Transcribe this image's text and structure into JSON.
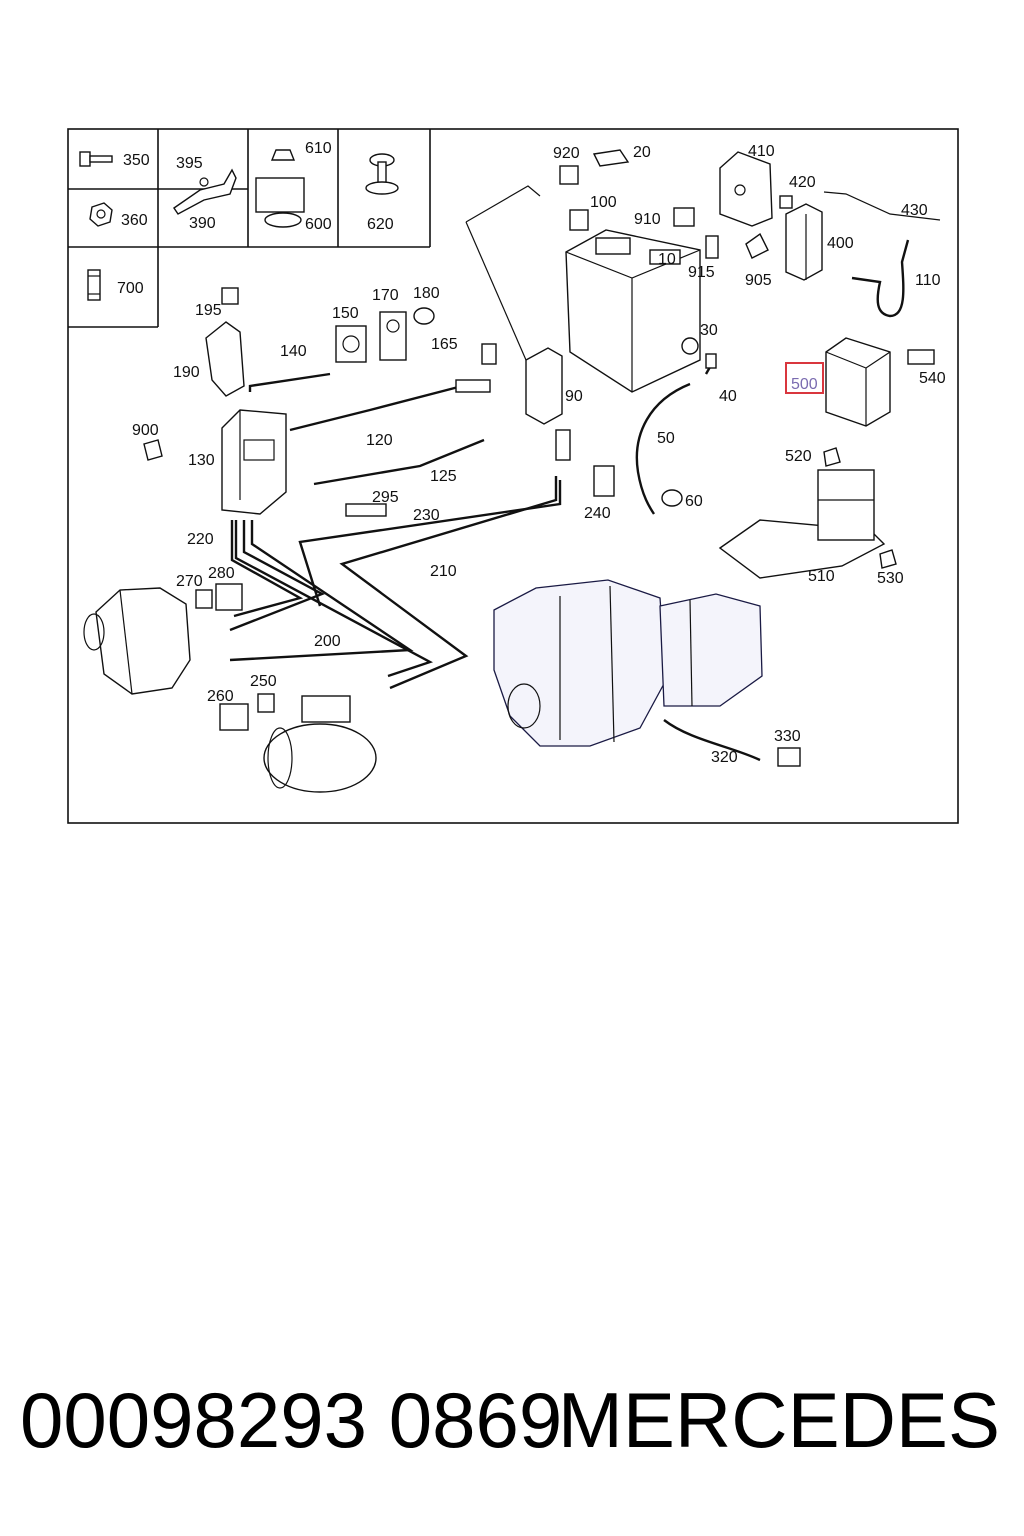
{
  "diagram": {
    "callouts": {
      "c10": "10",
      "c20": "20",
      "c30": "30",
      "c40": "40",
      "c50": "50",
      "c60": "60",
      "c90": "90",
      "c100": "100",
      "c110": "110",
      "c120": "120",
      "c125": "125",
      "c130": "130",
      "c140": "140",
      "c150": "150",
      "c165": "165",
      "c170": "170",
      "c180": "180",
      "c190": "190",
      "c195": "195",
      "c200": "200",
      "c210": "210",
      "c220": "220",
      "c230": "230",
      "c240": "240",
      "c250": "250",
      "c260": "260",
      "c270": "270",
      "c280": "280",
      "c295": "295",
      "c320": "320",
      "c330": "330",
      "c350": "350",
      "c360": "360",
      "c390": "390",
      "c395": "395",
      "c400": "400",
      "c410": "410",
      "c420": "420",
      "c430": "430",
      "c500": "500",
      "c510": "510",
      "c520": "520",
      "c530": "530",
      "c540": "540",
      "c600": "600",
      "c610": "610",
      "c620": "620",
      "c700": "700",
      "c900": "900",
      "c905": "905",
      "c910": "910",
      "c915": "915",
      "c920": "920"
    },
    "highlight_color": "#d9363e"
  },
  "footer": {
    "part_number": "00098293 0869",
    "brand": "MERCEDES"
  }
}
